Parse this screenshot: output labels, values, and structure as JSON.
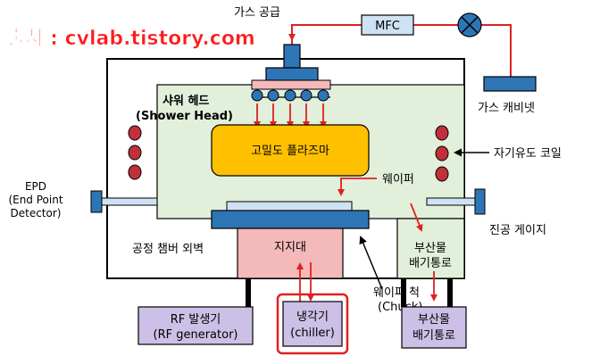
{
  "watermark": "출처 : cvlab.tistory.com",
  "labels": {
    "gas_supply": "가스 공급",
    "mfc": "MFC",
    "gas_cabinet": "가스 캐비넷",
    "shower_head_ko": "샤워 헤드",
    "shower_head_en": "(Shower Head)",
    "plasma": "고밀도 플라즈마",
    "magnetic_coil": "자기유도 코일",
    "epd_line1": "EPD",
    "epd_line2": "(End Point",
    "epd_line3": "Detector)",
    "wafer": "웨이퍼",
    "vacuum_gauge": "진공 게이지",
    "chamber_wall": "공정 챔버 외벽",
    "support": "지지대",
    "byproduct_exhaust_inner_1": "부산물",
    "byproduct_exhaust_inner_2": "배기통로",
    "wafer_chuck_ko": "웨이퍼 척",
    "wafer_chuck_en": "(Chuck)",
    "rf_gen_ko": "RF 발생기",
    "rf_gen_en": "(RF generator)",
    "chiller_ko": "냉각기",
    "chiller_en": "(chiller)",
    "byproduct_exhaust_box_1": "부산물",
    "byproduct_exhaust_box_2": "배기통로"
  },
  "colors": {
    "chamber_fill": "#e2efda",
    "plasma_fill": "#ffc000",
    "blue_part": "#2e75b6",
    "pink_part": "#f4b9b9",
    "lavender_box": "#ccc0e6",
    "arrow_red": "#e02020",
    "coil_red": "#c0303a",
    "watermark_red": "#ff1a1a"
  }
}
